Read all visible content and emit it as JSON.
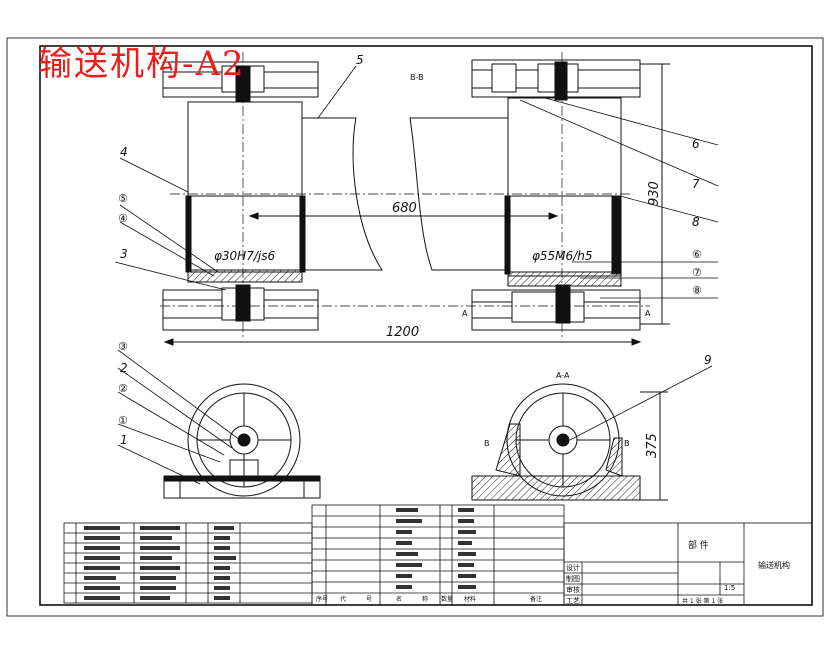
{
  "overlay_title": "输送机构-A2",
  "section_label_bb": "B-B",
  "section_label_aa": "A-A",
  "section_markers": {
    "a_left": "A",
    "a_right": "A",
    "b_left": "B",
    "b_right": "B"
  },
  "part_numbers": {
    "p1": "1",
    "p2": "2",
    "p3": "3",
    "p4": "4",
    "p5": "5",
    "p6": "6",
    "p7": "7",
    "p8": "8",
    "p9": "9"
  },
  "circled_numbers": {
    "c1": "①",
    "c2": "②",
    "c3": "③",
    "c4": "④",
    "c5": "⑤",
    "c6": "⑥",
    "c7": "⑦",
    "c8": "⑧"
  },
  "dimensions": {
    "shaft_fit_left": "φ30H7/js6",
    "shaft_fit_right": "φ55M6/h5",
    "center_distance": "680",
    "overall_length": "1200",
    "height": "930",
    "wheel_height": "375"
  },
  "title_block": {
    "heading": "部    件",
    "drawing_name": "输送机构",
    "scale": "1:5",
    "row_labels": [
      "设计",
      "制图",
      "审核",
      "工艺"
    ],
    "bottom_note": "共 1 张  第 1 张"
  },
  "parts_list_header": [
    "序号",
    "代",
    "号",
    "名",
    "称",
    "数量",
    "材料",
    "备注"
  ]
}
